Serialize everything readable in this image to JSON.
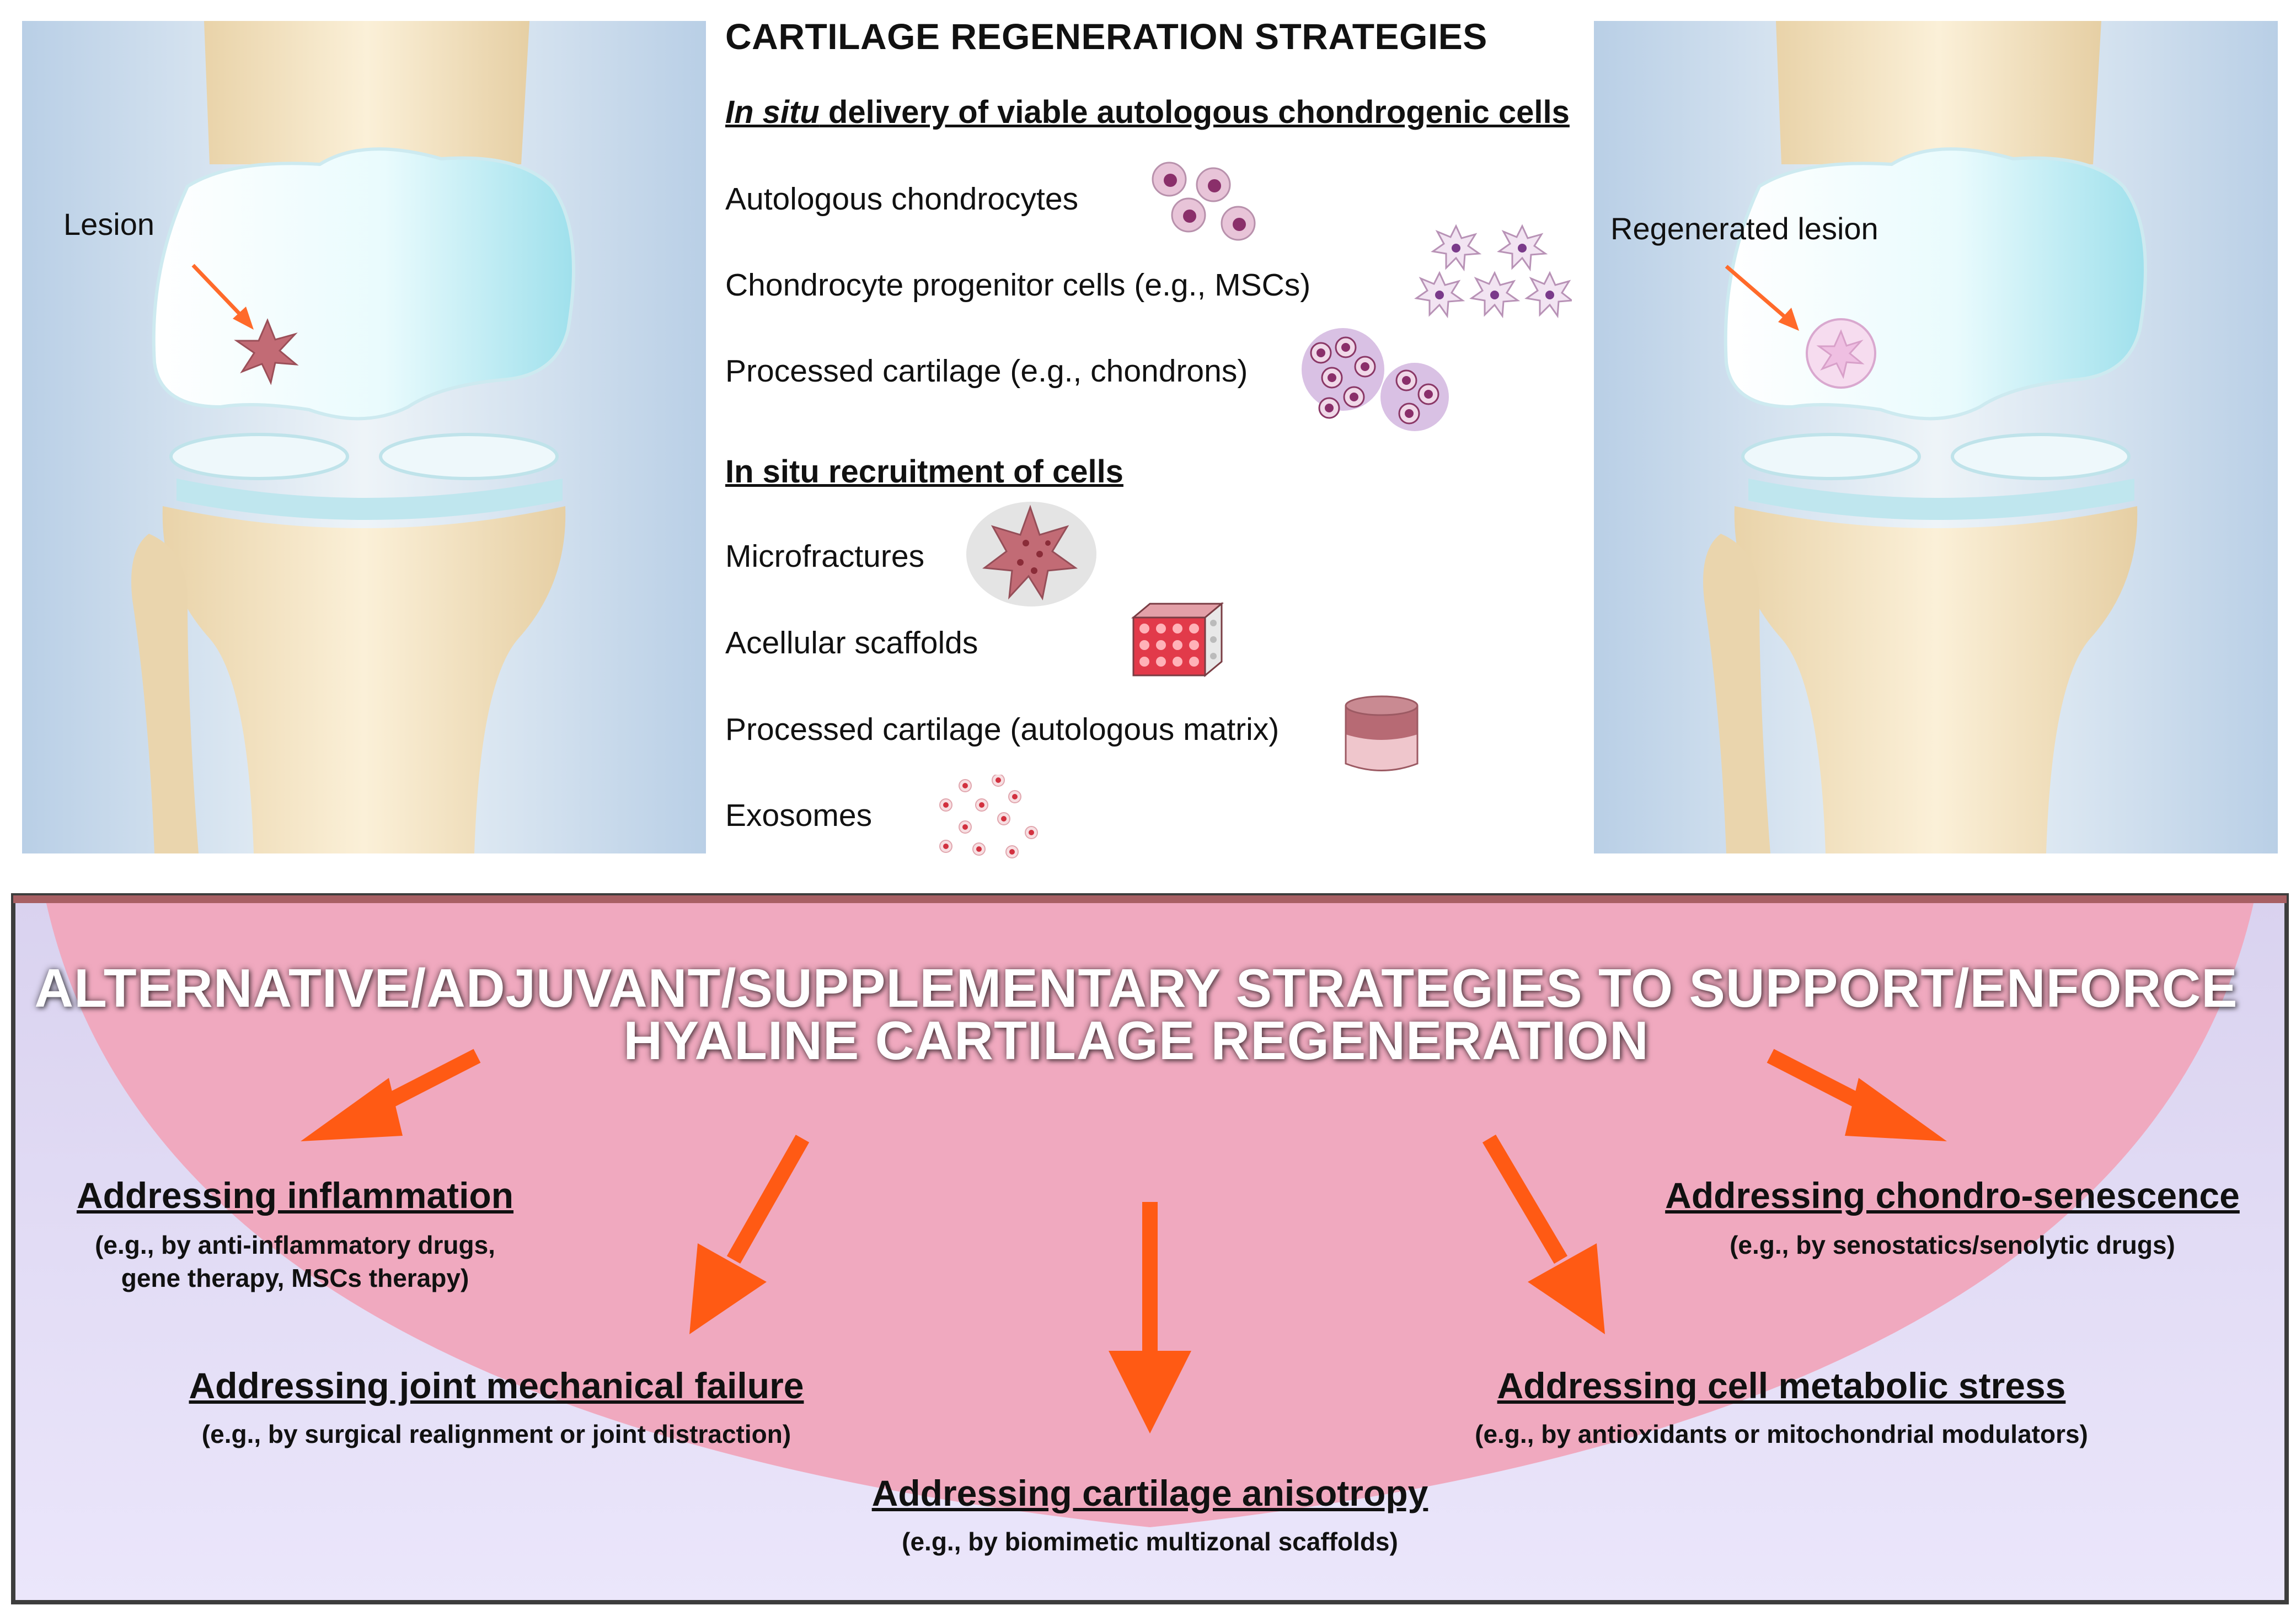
{
  "top": {
    "title": "CARTILAGE REGENERATION STRATEGIES",
    "section1": {
      "prefix": "In situ",
      "rest": " delivery of viable autologous chondrogenic cells",
      "items": [
        "Autologous chondrocytes",
        "Chondrocyte progenitor cells (e.g., MSCs)",
        "Processed cartilage (e.g., chondrons)"
      ]
    },
    "section2": {
      "heading": "In situ recruitment of cells",
      "items": [
        "Microfractures",
        "Acellular scaffolds",
        "Processed cartilage (autologous matrix)",
        "Exosomes"
      ]
    },
    "left_knee_label": "Lesion",
    "right_knee_label": "Regenerated lesion"
  },
  "bottom": {
    "title_line1": "ALTERNATIVE/ADJUVANT/SUPPLEMENTARY STRATEGIES TO SUPPORT/ENFORCE",
    "title_line2": "HYALINE CARTILAGE REGENERATION",
    "boxes": {
      "inflammation": {
        "heading": "Addressing inflammation",
        "sub1": "(e.g., by anti-inflammatory drugs,",
        "sub2": "gene therapy, MSCs therapy)"
      },
      "senescence": {
        "heading": "Addressing chondro-senescence",
        "sub1": "(e.g., by senostatics/senolytic drugs)"
      },
      "mechanical": {
        "heading": "Addressing joint mechanical failure",
        "sub1": "(e.g., by surgical realignment or joint distraction)"
      },
      "metabolic": {
        "heading": "Addressing cell metabolic stress",
        "sub1": "(e.g., by antioxidants or mitochondrial modulators)"
      },
      "anisotropy": {
        "heading": "Addressing cartilage anisotropy",
        "sub1": "(e.g., by biomimetic multizonal scaffolds)"
      }
    }
  },
  "colors": {
    "arrow": "#ff5a14",
    "panel_bg": "#e4ddf7",
    "panel_dome": "#f0a9bf",
    "panel_border": "#3d3d3d",
    "bone": "#f4e3c2",
    "cartilage": "#d8f5f9",
    "lesion": "#c26b75"
  },
  "icons": {
    "chondrocytes": "cell-cluster-icon",
    "progenitor": "star-cell-icon",
    "chondrons": "chondron-icon",
    "microfracture": "microfracture-icon",
    "scaffold": "scaffold-cube-icon",
    "matrix": "matrix-cylinder-icon",
    "exosomes": "exosome-dots-icon"
  }
}
